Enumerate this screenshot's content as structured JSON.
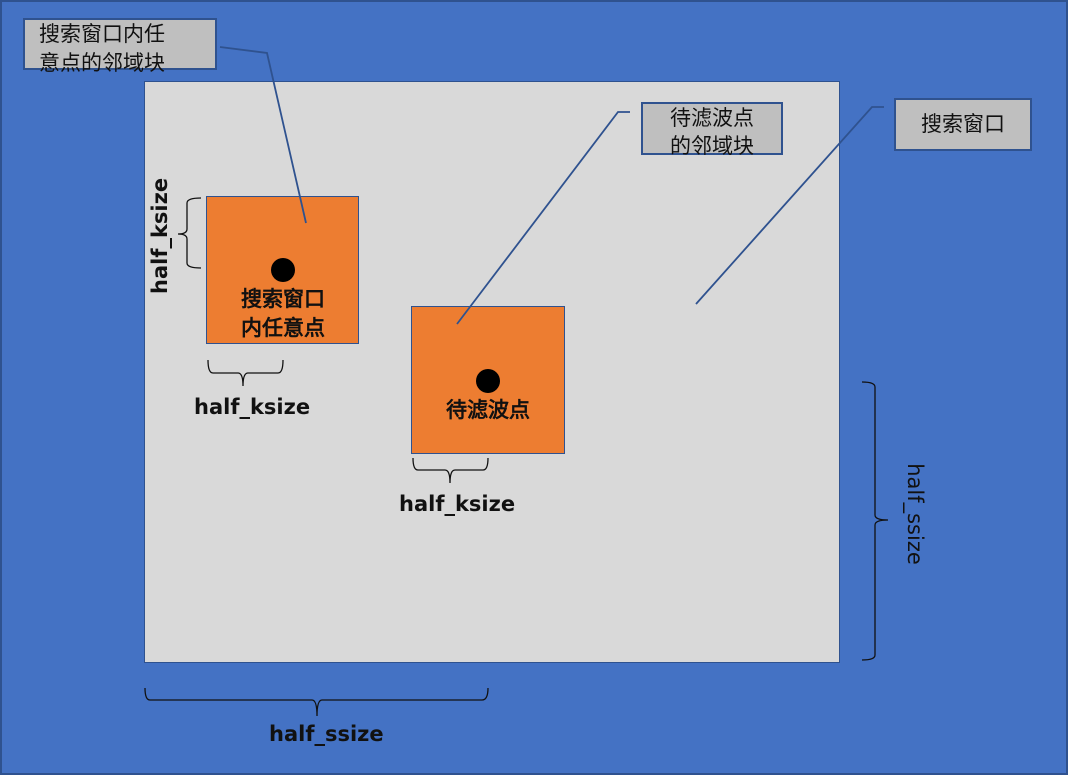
{
  "diagram": {
    "title": "Search window neighborhood block filtering illustration",
    "colors": {
      "background": "#4472c4",
      "search_window_fill": "#d9d9d9",
      "block_fill": "#ed7d31",
      "callout_fill": "#bfbfbf",
      "outline": "#2f528f",
      "point": "#000000"
    },
    "blocks": {
      "search_point_block": {
        "label_line1": "搜索窗口",
        "label_line2": "内任意点"
      },
      "target_point_block": {
        "label": "待滤波点"
      }
    },
    "callouts": {
      "search_point_neighborhood": {
        "line1": "搜索窗口内任",
        "line2": "意点的邻域块"
      },
      "target_point_neighborhood": {
        "line1": "待滤波点",
        "line2": "的邻域块"
      },
      "search_window": {
        "text": "搜索窗口"
      }
    },
    "dimensions": {
      "search_block_vertical": "half_ksize",
      "search_block_horizontal": "half_ksize",
      "target_block_horizontal": "half_ksize",
      "window_vertical": "half_ssize",
      "window_horizontal": "half_ssize"
    }
  }
}
